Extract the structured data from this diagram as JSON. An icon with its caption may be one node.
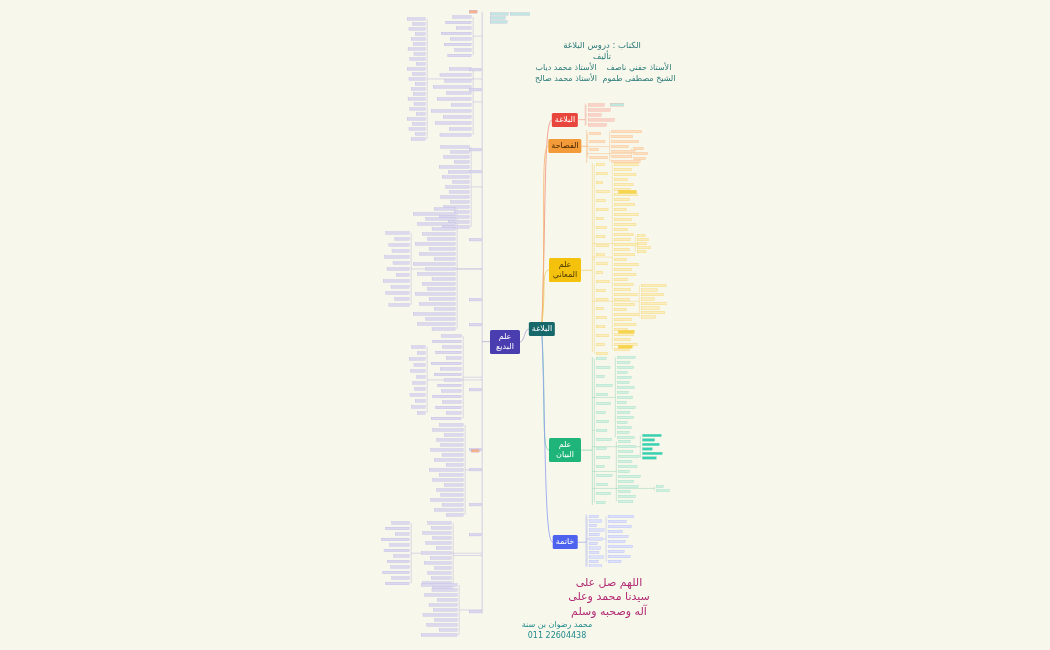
{
  "diagram": {
    "title": "الكتاب : دروس البلاغة",
    "nodes": [
      {
        "text": [
          "البلاغة"
        ]
      },
      {
        "text": [
          "البلاغة"
        ]
      },
      {
        "text": [
          "الفصاحة"
        ]
      },
      {
        "text": [
          "علم المعاني"
        ]
      },
      {
        "text": [
          "علم البيان"
        ]
      },
      {
        "text": [
          "خاتمة"
        ]
      },
      {
        "text": [
          "علم البديع"
        ]
      }
    ],
    "edges": [
      {
        "from": 0,
        "to": 1,
        "arrow": "none",
        "color": "#f0907e"
      },
      {
        "from": 0,
        "to": 2,
        "arrow": "none",
        "color": "#f4b06a"
      },
      {
        "from": 0,
        "to": 3,
        "arrow": "none",
        "color": "#eecb5a"
      },
      {
        "from": 0,
        "to": 4,
        "arrow": "none",
        "color": "#6fd0a4"
      },
      {
        "from": 0,
        "to": 5,
        "arrow": "none",
        "color": "#8d9cf0"
      },
      {
        "from": 0,
        "to": 6,
        "arrow": "none",
        "color": "#aaa6d8"
      }
    ],
    "labels": [
      "تأليف",
      "الأستاذ حفني ناصف",
      "الأستاذ محمد دياب",
      "الشيخ مصطفى طموم",
      "الأستاذ محمد صالح",
      "اللهم صل على سيدنا محمد وعلى آله وصحبه وسلم",
      "محمد رضوان بن سنة",
      "011 22604438"
    ]
  }
}
